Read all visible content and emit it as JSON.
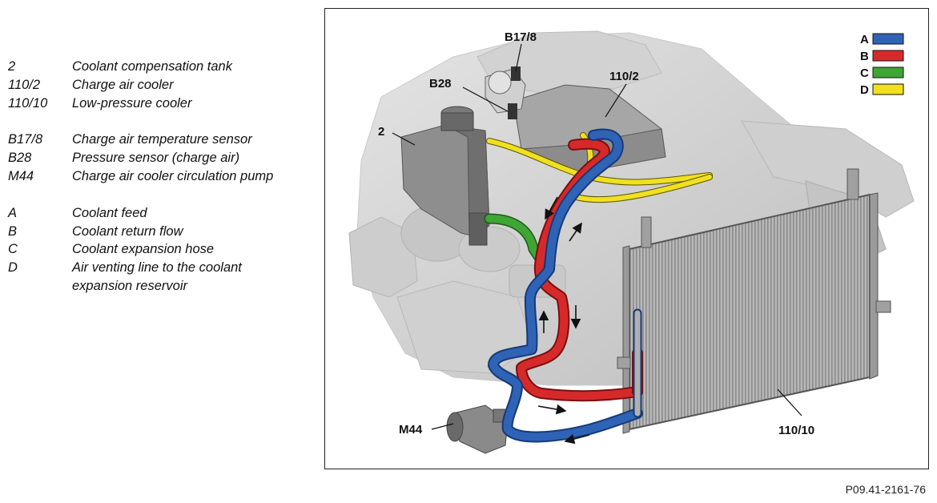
{
  "legend": {
    "group1": [
      {
        "code": "2",
        "desc": "Coolant compensation tank"
      },
      {
        "code": "110/2",
        "desc": "Charge air cooler"
      },
      {
        "code": "110/10",
        "desc": "Low-pressure cooler"
      }
    ],
    "group2": [
      {
        "code": "B17/8",
        "desc": "Charge air temperature sensor"
      },
      {
        "code": "B28",
        "desc": "Pressure sensor (charge air)"
      },
      {
        "code": "M44",
        "desc": "Charge air cooler circulation pump"
      }
    ],
    "group3": [
      {
        "code": "A",
        "desc": "Coolant feed"
      },
      {
        "code": "B",
        "desc": "Coolant return flow"
      },
      {
        "code": "C",
        "desc": "Coolant expansion hose"
      },
      {
        "code": "D",
        "desc": "Air venting line to the coolant expansion reservoir"
      }
    ]
  },
  "diagram": {
    "callouts": {
      "b17_8": "B17/8",
      "b28": "B28",
      "c110_2": "110/2",
      "tank": "2",
      "m44": "M44",
      "c110_10": "110/10"
    },
    "color_key": [
      {
        "letter": "A",
        "color": "#2f63b6"
      },
      {
        "letter": "B",
        "color": "#d62a2a"
      },
      {
        "letter": "C",
        "color": "#3fa535"
      },
      {
        "letter": "D",
        "color": "#f0e020"
      }
    ]
  },
  "footer": {
    "id": "P09.41-2161-76"
  }
}
